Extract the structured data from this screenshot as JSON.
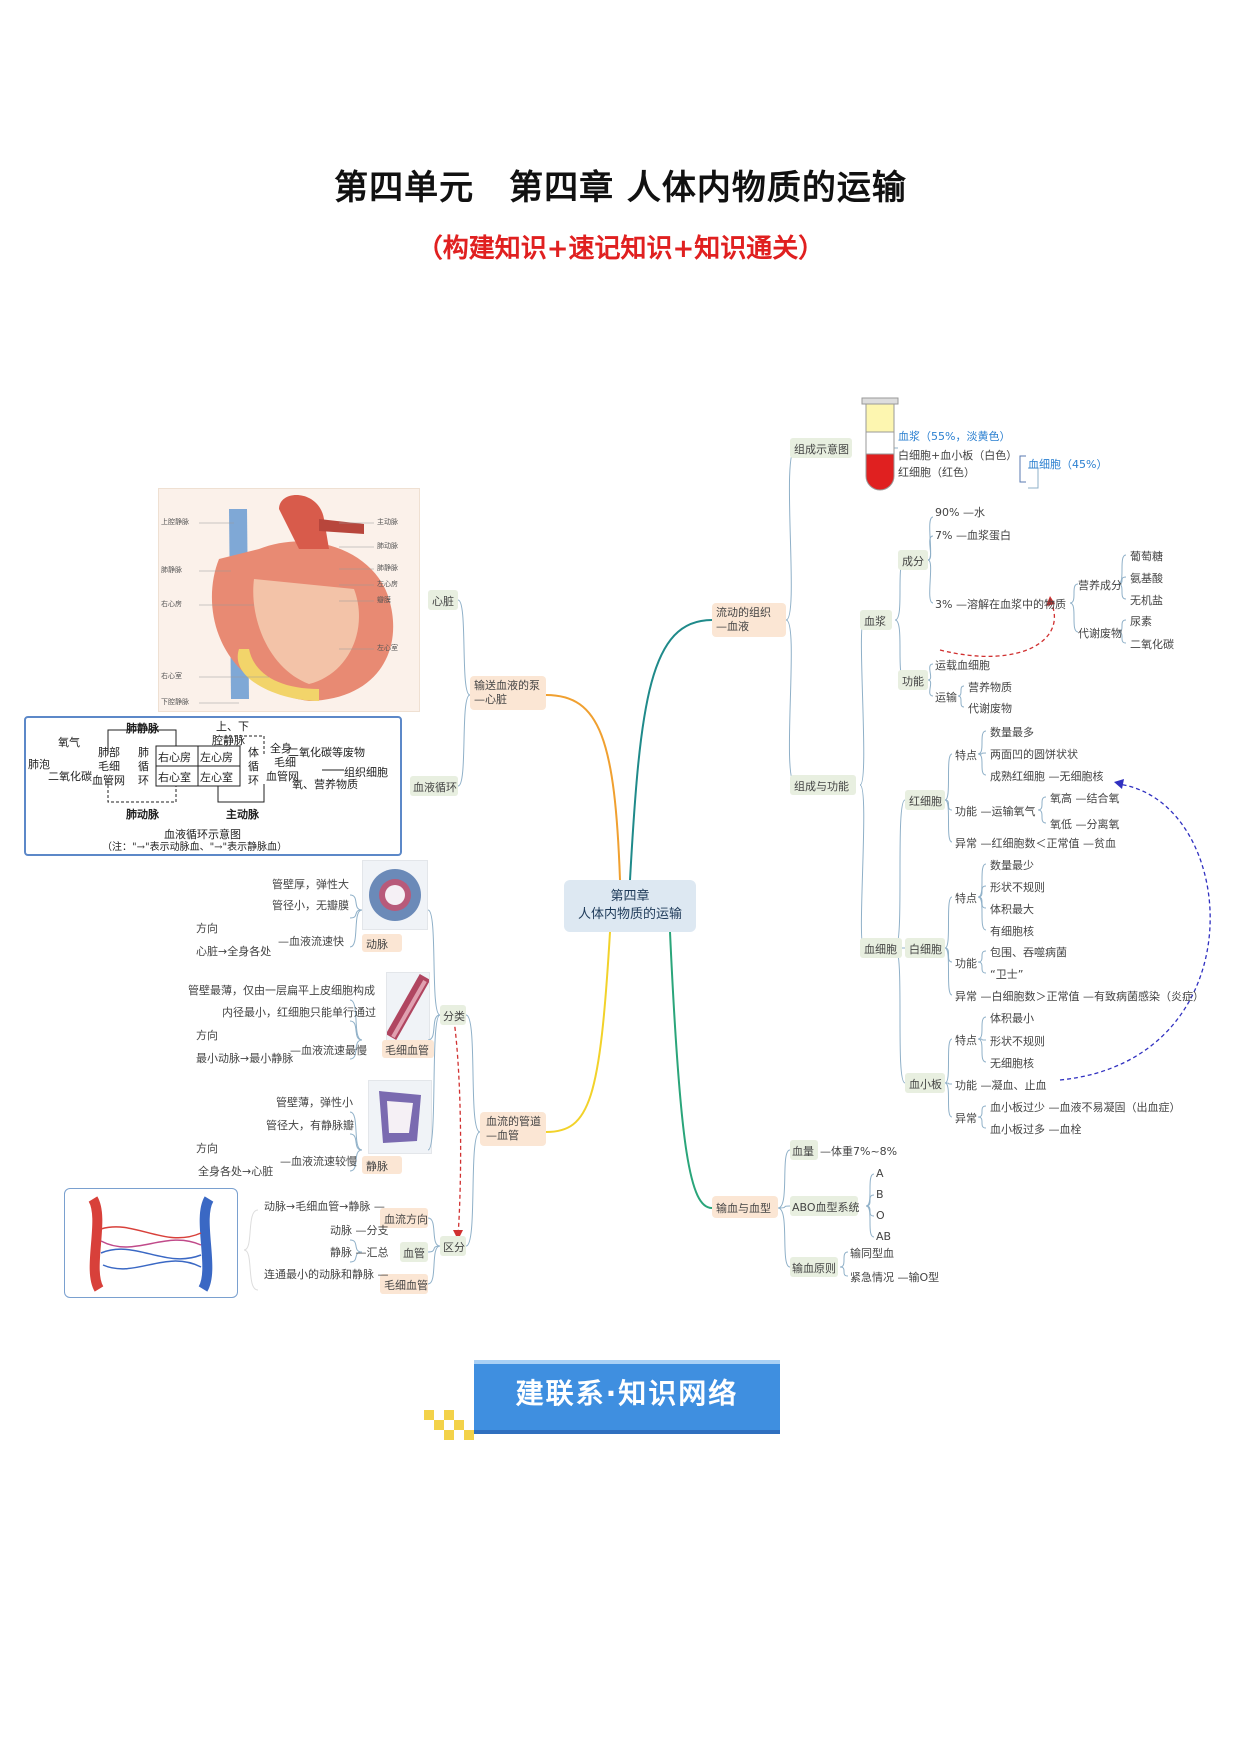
{
  "title": "第四单元　第四章  人体内物质的运输",
  "subtitle": "（构建知识+速记知识+知识通关）",
  "root": [
    "第四章",
    "人体内物质的运输"
  ],
  "right": {
    "blood": {
      "label": [
        "流动的组织",
        "—血液"
      ],
      "schematic": "组成示意图",
      "plasma_label": "血浆（55%，淡黄色）",
      "wbc_label": "白细胞+血小板（白色）",
      "rbc_label": "红细胞（红色）",
      "cells_label": "血细胞（45%）",
      "comp_func": "组成与功能",
      "plasma": "血浆",
      "composition": "成分",
      "water": "90% —水",
      "protein": "7% —血浆蛋白",
      "dissolved": "3% —溶解在血浆中的物质",
      "nutrients": "营养成分",
      "glucose": "葡萄糖",
      "amino": "氨基酸",
      "salt": "无机盐",
      "waste": "代谢废物",
      "urea": "尿素",
      "co2": "二氧化碳",
      "function": "功能",
      "carry_cells": "运载血细胞",
      "transport": "运输",
      "nutr": "营养物质",
      "metab": "代谢废物",
      "blood_cells": "血细胞",
      "rbc": "红细胞",
      "feature": "特点",
      "rbc_f1": "数量最多",
      "rbc_f2": "两面凹的圆饼状状",
      "rbc_f3": "成熟红细胞 —无细胞核",
      "rbc_func": "功能 —运输氧气",
      "o2_high": "氧高 —结合氧",
      "o2_low": "氧低 —分离氧",
      "rbc_abn": "异常 —红细胞数＜正常值 —贫血",
      "wbc": "白细胞",
      "wbc_f1": "数量最少",
      "wbc_f2": "形状不规则",
      "wbc_f3": "体积最大",
      "wbc_f4": "有细胞核",
      "wbc_func": "功能",
      "wbc_fn1": "包围、吞噬病菌",
      "wbc_fn2": "“卫士”",
      "wbc_abn": "异常 —白细胞数＞正常值 —有致病菌感染（炎症）",
      "plt": "血小板",
      "plt_f1": "体积最小",
      "plt_f2": "形状不规则",
      "plt_f3": "无细胞核",
      "plt_func": "功能 —凝血、止血",
      "abnormal": "异常",
      "plt_a1": "血小板过少 —血液不易凝固（出血症）",
      "plt_a2": "血小板过多 —血栓"
    },
    "transfusion": {
      "label": "输血与血型",
      "volume": "血量",
      "volume_val": "—体重7%~8%",
      "abo": "ABO血型系统",
      "types": [
        "A",
        "B",
        "O",
        "AB"
      ],
      "principle": "输血原则",
      "p1": "输同型血",
      "p2": "紧急情况 —输O型"
    }
  },
  "left": {
    "pump": {
      "label": [
        "输送血液的泵",
        "—心脏"
      ],
      "heart": "心脏",
      "circulation": "血液循环"
    },
    "heart_labels": [
      "上腔静脉",
      "肺静脉",
      "右心房",
      "右心室",
      "下腔静脉",
      "主动脉",
      "肺动脉",
      "肺静脉",
      "左心房",
      "瓣膜",
      "左心室"
    ],
    "circ_diagram": {
      "pv": "肺静脉",
      "pa": "肺动脉",
      "svc": "上、下",
      "ivc": "腔静脉",
      "aorta": "主动脉",
      "o2": "氧气",
      "co2": "二氧化碳",
      "alveoli": "肺泡",
      "lung_cap": [
        "肺部",
        "毛细",
        "血管网"
      ],
      "pulm": [
        "肺",
        "循",
        "环"
      ],
      "ra": "右心房",
      "la": "左心房",
      "rv": "右心室",
      "lv": "左心室",
      "sys": [
        "体",
        "循",
        "环"
      ],
      "body_cap": [
        "全身",
        "毛细",
        "血管网"
      ],
      "waste": "二氧化碳等废物",
      "nutr": "氧、营养物质",
      "tissue": "组织细胞",
      "caption": "血液循环示意图",
      "note": "（注：\"→\"表示动脉血、\"→\"表示静脉血）"
    },
    "vessels": {
      "label": [
        "血流的管道",
        "—血管"
      ],
      "classify": "分类",
      "distinguish": "区分",
      "artery": "动脉",
      "a1": "管壁厚，弹性大",
      "a2": "管径小，无瓣膜",
      "a3": "—血液流速快",
      "dir": "方向",
      "a4": "心脏→全身各处",
      "cap": "毛细血管",
      "c1": "管壁最薄，仅由一层扁平上皮细胞构成",
      "c2": "内径最小，红细胞只能单行通过",
      "c3": "—血液流速最慢",
      "c4": "最小动脉→最小静脉",
      "vein": "静脉",
      "v1": "管壁薄，弹性小",
      "v2": "管径大，有静脉瓣",
      "v3": "—血液流速较慢",
      "v4": "全身各处→心脏",
      "flow_dir": "血流方向",
      "flow_val": "动脉→毛细血管→静脉 —",
      "vessel": "血管",
      "branch": "动脉 —分支",
      "merge": "静脉 —汇总",
      "cap2": "毛细血管",
      "connect": "连通最小的动脉和静脉 —",
      "vessel_img": [
        "动脉",
        "毛细血管",
        "静脉"
      ]
    }
  },
  "banner": "建联系·知识网络"
}
